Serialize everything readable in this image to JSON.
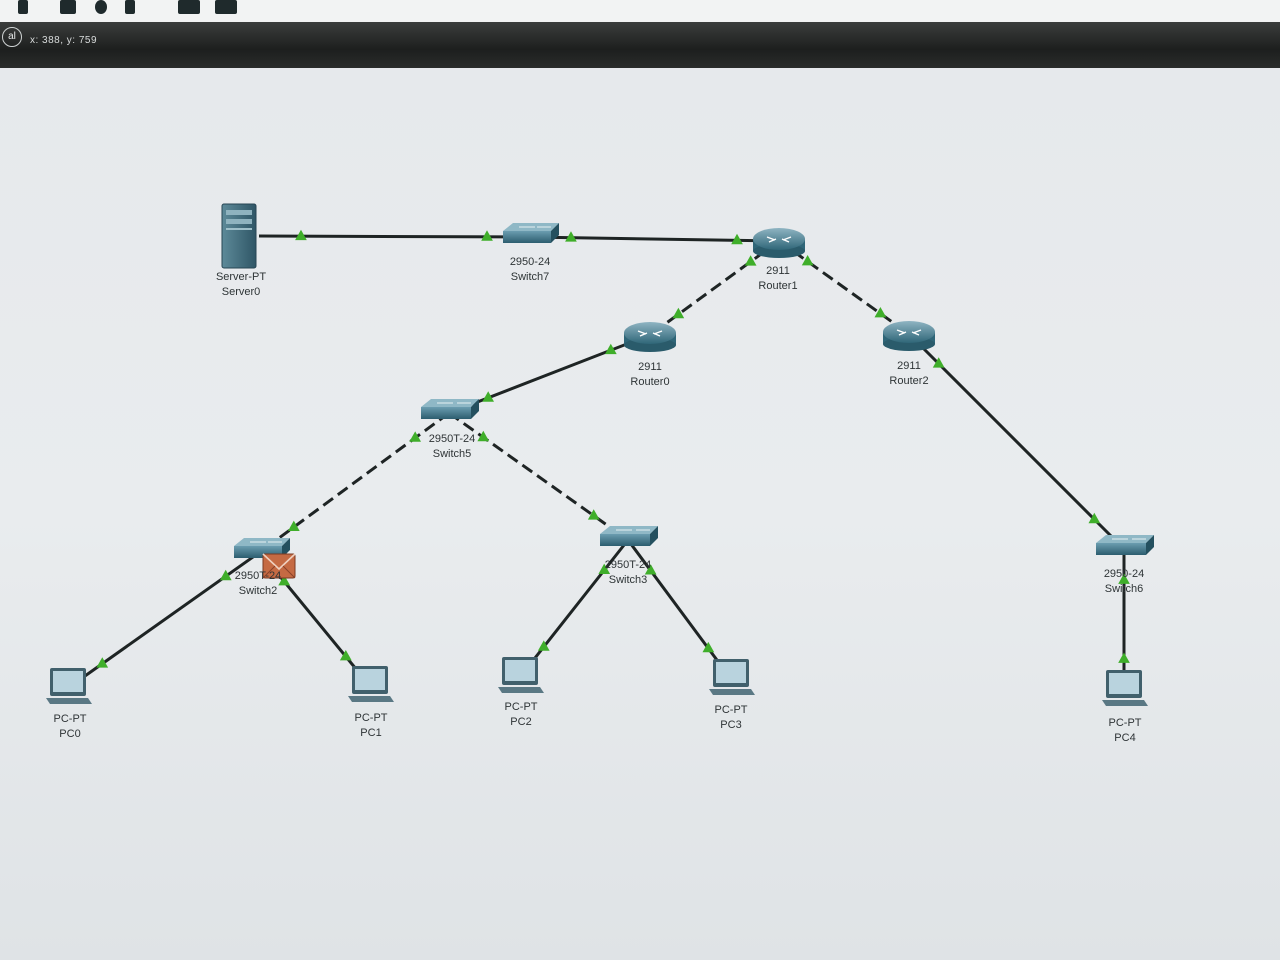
{
  "status_bar": {
    "coordinates": "x: 388, y: 759",
    "icon": "realtime-icon"
  },
  "toolbar": {
    "icons": [
      "pen-icon",
      "marker-icon",
      "shape-icon",
      "brush-icon",
      "save-icon",
      "export-icon"
    ]
  },
  "devices": {
    "server0": {
      "model": "Server-PT",
      "name": "Server0"
    },
    "switch7": {
      "model": "2950-24",
      "name": "Switch7"
    },
    "router1": {
      "model": "2911",
      "name": "Router1"
    },
    "router0": {
      "model": "2911",
      "name": "Router0"
    },
    "router2": {
      "model": "2911",
      "name": "Router2"
    },
    "switch5": {
      "model": "2950T-24",
      "name": "Switch5"
    },
    "switch2": {
      "model": "2950T-24",
      "name": "Switch2"
    },
    "switch3": {
      "model": "2950T-24",
      "name": "Switch3"
    },
    "switch6": {
      "model": "2950-24",
      "name": "Switch6"
    },
    "pc0": {
      "model": "PC-PT",
      "name": "PC0"
    },
    "pc1": {
      "model": "PC-PT",
      "name": "PC1"
    },
    "pc2": {
      "model": "PC-PT",
      "name": "PC2"
    },
    "pc3": {
      "model": "PC-PT",
      "name": "PC3"
    },
    "pc4": {
      "model": "PC-PT",
      "name": "PC4"
    }
  },
  "links": [
    {
      "from": "server0",
      "to": "switch7",
      "type": "straight"
    },
    {
      "from": "switch7",
      "to": "router1",
      "type": "straight"
    },
    {
      "from": "router1",
      "to": "router0",
      "type": "crossover"
    },
    {
      "from": "router1",
      "to": "router2",
      "type": "crossover"
    },
    {
      "from": "router0",
      "to": "switch5",
      "type": "straight"
    },
    {
      "from": "switch5",
      "to": "switch2",
      "type": "crossover"
    },
    {
      "from": "switch5",
      "to": "switch3",
      "type": "crossover"
    },
    {
      "from": "router2",
      "to": "switch6",
      "type": "straight"
    },
    {
      "from": "switch2",
      "to": "pc0",
      "type": "straight"
    },
    {
      "from": "switch2",
      "to": "pc1",
      "type": "straight"
    },
    {
      "from": "switch3",
      "to": "pc2",
      "type": "straight"
    },
    {
      "from": "switch3",
      "to": "pc3",
      "type": "straight"
    },
    {
      "from": "switch6",
      "to": "pc4",
      "type": "straight"
    }
  ],
  "pdu": {
    "device": "switch2",
    "icon": "envelope-icon"
  },
  "colors": {
    "link": "#1e2424",
    "link_up": "#3fae2a",
    "device": "#3e7f96",
    "pdu": "#c56a43"
  }
}
